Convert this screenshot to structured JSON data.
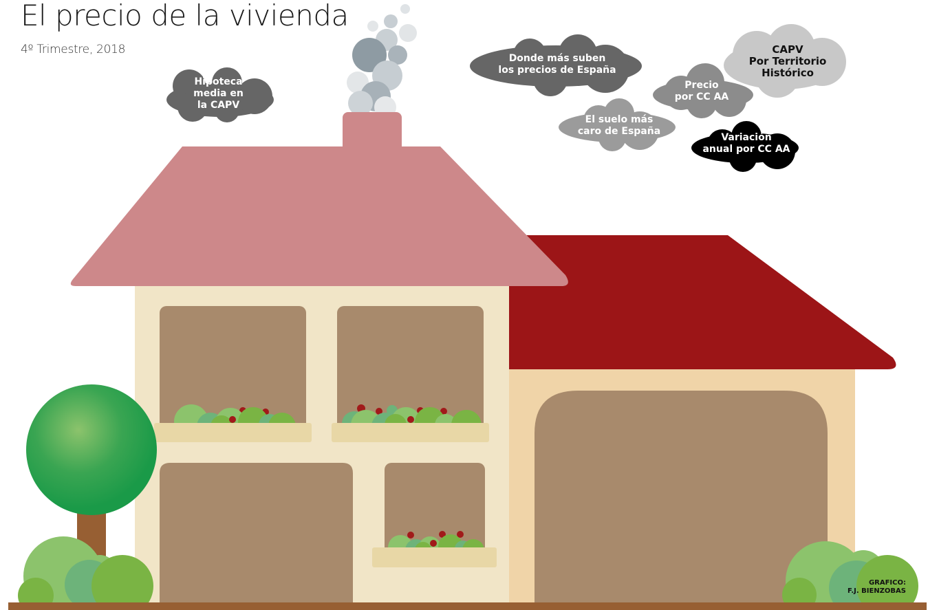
{
  "header": {
    "title": "El precio de la vivienda",
    "subtitle": "4º Trimestre, 2018"
  },
  "clouds": [
    {
      "id": "hipoteca",
      "lines": [
        "Hipoteca",
        "media en",
        "la CAPV"
      ],
      "color": "#666666"
    },
    {
      "id": "donde-suben",
      "lines": [
        "Donde más suben",
        "los precios de España"
      ],
      "color": "#666666"
    },
    {
      "id": "capv-territorio",
      "lines": [
        "CAPV",
        "Por Territorio",
        "Histórico"
      ],
      "color": "#c8c8c8"
    },
    {
      "id": "precio-ccaa",
      "lines": [
        "Precio",
        "por CC AA"
      ],
      "color": "#8c8c8c"
    },
    {
      "id": "suelo-caro",
      "lines": [
        "El suelo más",
        "caro de España"
      ],
      "color": "#9b9b9b"
    },
    {
      "id": "variacion-anual",
      "lines": [
        "Variación",
        "anual por CC AA"
      ],
      "color": "#000000"
    }
  ],
  "credit": {
    "line1": "GRAFICO:",
    "line2": "F.J. BIENZOBAS"
  },
  "colors": {
    "roof_main": "#cd888a",
    "roof_garage": "#9c1517",
    "wall_main": "#f1e5c7",
    "wall_garage": "#f0d4a8",
    "window": "#a88a6c",
    "planter": "#e8d7a6",
    "ground": "#975f33",
    "tree_dark": "#1a9a48",
    "tree_light": "#8cc36c",
    "trunk": "#975f33"
  }
}
